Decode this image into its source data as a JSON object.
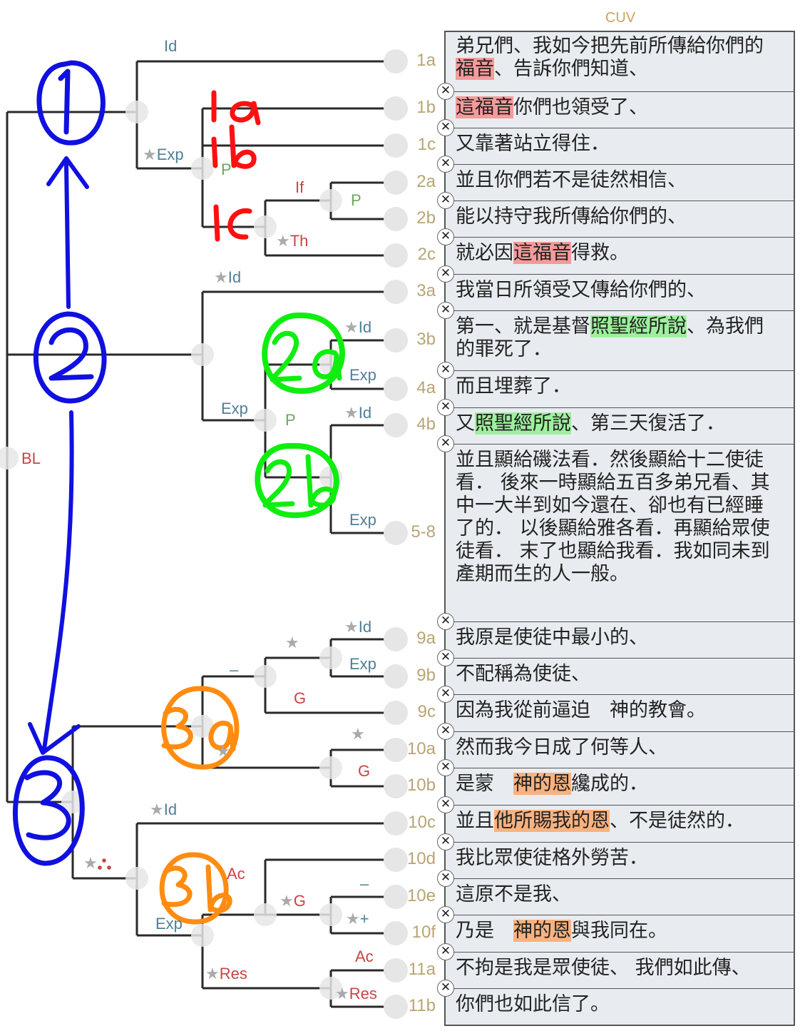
{
  "header": {
    "version": "CUV"
  },
  "colors": {
    "tree_line": "#2a2a2a",
    "label_blue": "#4f7f96",
    "label_red": "#c94444",
    "label_green": "#6aa85f",
    "verse_label": "#b8a574",
    "highlight_red": "#f59a9a",
    "highlight_green": "#9ef09e",
    "highlight_orange": "#f9b27f",
    "ink_blue": "#1010e0",
    "ink_red": "#ff1010",
    "ink_green": "#10ee10",
    "ink_orange": "#ff8c10"
  },
  "verses": [
    {
      "ref": "1a",
      "segments": [
        {
          "t": "弟兄們、我如今把先前所傳給你們的"
        },
        {
          "t": "福音",
          "hl": "red"
        },
        {
          "t": "、告訴你們知道、"
        }
      ]
    },
    {
      "ref": "1b",
      "segments": [
        {
          "t": "這福音",
          "hl": "red"
        },
        {
          "t": "你們也領受了、"
        }
      ]
    },
    {
      "ref": "1c",
      "segments": [
        {
          "t": "又靠著站立得住．"
        }
      ]
    },
    {
      "ref": "2a",
      "segments": [
        {
          "t": "並且你們若不是徒然相信、"
        }
      ]
    },
    {
      "ref": "2b",
      "segments": [
        {
          "t": "能以持守我所傳給你們的、"
        }
      ]
    },
    {
      "ref": "2c",
      "segments": [
        {
          "t": "就必因"
        },
        {
          "t": "這福音",
          "hl": "red"
        },
        {
          "t": "得救。"
        }
      ]
    },
    {
      "ref": "3a",
      "segments": [
        {
          "t": "我當日所領受又傳給你們的、"
        }
      ]
    },
    {
      "ref": "3b",
      "segments": [
        {
          "t": "第一、就是基督"
        },
        {
          "t": "照聖經所說",
          "hl": "green"
        },
        {
          "t": "、為我們的罪死了．"
        }
      ]
    },
    {
      "ref": "4a",
      "segments": [
        {
          "t": "而且埋葬了．"
        }
      ]
    },
    {
      "ref": "4b",
      "segments": [
        {
          "t": "又"
        },
        {
          "t": "照聖經所說",
          "hl": "green"
        },
        {
          "t": "、第三天復活了．"
        }
      ]
    },
    {
      "ref": "5-8",
      "segments": [
        {
          "t": "並且顯給磯法看．然後顯給十二使徒看． 後來一時顯給五百多弟兄看、其中一大半到如今還在、卻也有已經睡了的． 以後顯給雅各看．再顯給眾使徒看． 末了也顯給我看．我如同未到產期而生的人一般。"
        }
      ]
    },
    {
      "ref": "9a",
      "segments": [
        {
          "t": "我原是使徒中最小的、"
        }
      ]
    },
    {
      "ref": "9b",
      "segments": [
        {
          "t": "不配稱為使徒、"
        }
      ]
    },
    {
      "ref": "9c",
      "segments": [
        {
          "t": "因為我從前逼迫　神的教會。"
        }
      ]
    },
    {
      "ref": "10a",
      "segments": [
        {
          "t": "然而我今日成了何等人、"
        }
      ]
    },
    {
      "ref": "10b",
      "segments": [
        {
          "t": "是蒙　"
        },
        {
          "t": "神的恩",
          "hl": "orange"
        },
        {
          "t": "纔成的．"
        }
      ]
    },
    {
      "ref": "10c",
      "segments": [
        {
          "t": "並且"
        },
        {
          "t": "他所賜我的恩",
          "hl": "orange"
        },
        {
          "t": "、不是徒然的．"
        }
      ]
    },
    {
      "ref": "10d",
      "segments": [
        {
          "t": "我比眾使徒格外勞苦．"
        }
      ]
    },
    {
      "ref": "10e",
      "segments": [
        {
          "t": "這原不是我、"
        }
      ]
    },
    {
      "ref": "10f",
      "segments": [
        {
          "t": "乃是　"
        },
        {
          "t": "神的恩",
          "hl": "orange"
        },
        {
          "t": "與我同在。"
        }
      ]
    },
    {
      "ref": "11a",
      "segments": [
        {
          "t": "不拘是我是眾使徒、 我們如此傳、"
        }
      ]
    },
    {
      "ref": "11b",
      "segments": [
        {
          "t": "你們也如此信了。"
        }
      ]
    }
  ],
  "close_icon": "✕",
  "tree_labels": [
    {
      "text": "Id",
      "color": "blue",
      "star": false
    },
    {
      "text": "Exp",
      "color": "blue",
      "star": true
    },
    {
      "text": "P",
      "color": "green",
      "star": false
    },
    {
      "text": "If",
      "color": "red",
      "star": false
    },
    {
      "text": "P",
      "color": "green",
      "star": false
    },
    {
      "text": "Th",
      "color": "red",
      "star": true
    },
    {
      "text": "Id",
      "color": "blue",
      "star": true
    },
    {
      "text": "Id",
      "color": "blue",
      "star": true
    },
    {
      "text": "Exp",
      "color": "blue",
      "star": false
    },
    {
      "text": "Exp",
      "color": "blue",
      "star": false
    },
    {
      "text": "P",
      "color": "green",
      "star": false
    },
    {
      "text": "Id",
      "color": "blue",
      "star": true
    },
    {
      "text": "Exp",
      "color": "blue",
      "star": false
    },
    {
      "text": "BL",
      "color": "red",
      "star": false
    },
    {
      "text": "",
      "color": "blue",
      "star": true
    },
    {
      "text": "Id",
      "color": "blue",
      "star": true
    },
    {
      "text": "Exp",
      "color": "blue",
      "star": false
    },
    {
      "text": "–",
      "color": "blue",
      "star": false
    },
    {
      "text": "G",
      "color": "red",
      "star": false
    },
    {
      "text": "",
      "color": "blue",
      "star": true
    },
    {
      "text": "G",
      "color": "red",
      "star": false
    },
    {
      "text": "",
      "color": "blue",
      "star": true
    },
    {
      "text": "Id",
      "color": "blue",
      "star": true
    },
    {
      "text": "",
      "color": "red",
      "star": true
    },
    {
      "text": "Ac",
      "color": "red",
      "star": false
    },
    {
      "text": "Exp",
      "color": "blue",
      "star": false
    },
    {
      "text": "G",
      "color": "red",
      "star": true
    },
    {
      "text": "–",
      "color": "blue",
      "star": false
    },
    {
      "text": "+",
      "color": "blue",
      "star": true
    },
    {
      "text": "Res",
      "color": "red",
      "star": true
    },
    {
      "text": "Ac",
      "color": "red",
      "star": false
    },
    {
      "text": "Res",
      "color": "red",
      "star": true
    }
  ],
  "handwritten_annotations": [
    {
      "text": "1",
      "color": "ink_blue",
      "circled": true
    },
    {
      "text": "2",
      "color": "ink_blue",
      "circled": true
    },
    {
      "text": "3",
      "color": "ink_blue",
      "circled": true
    },
    {
      "text": "1a",
      "color": "ink_red",
      "circled": false
    },
    {
      "text": "1b",
      "color": "ink_red",
      "circled": false
    },
    {
      "text": "1c",
      "color": "ink_red",
      "circled": false
    },
    {
      "text": "2a",
      "color": "ink_green",
      "circled": true
    },
    {
      "text": "2b",
      "color": "ink_green",
      "circled": true
    },
    {
      "text": "3a",
      "color": "ink_orange",
      "circled": true
    },
    {
      "text": "3b",
      "color": "ink_orange",
      "circled": true
    }
  ]
}
